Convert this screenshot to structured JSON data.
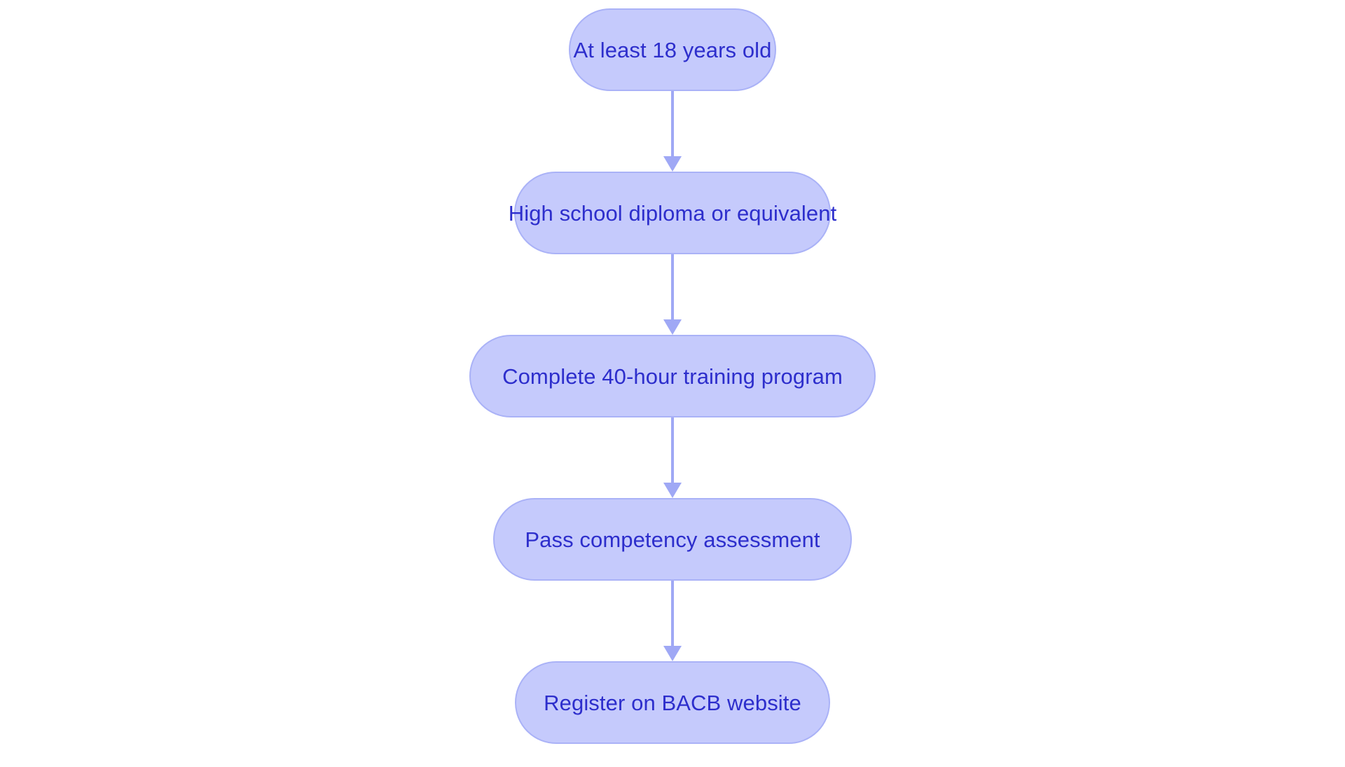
{
  "diagram": {
    "type": "flowchart",
    "orientation": "vertical",
    "title": "",
    "colors": {
      "node_fill": "#c5cafc",
      "node_border": "#aab2f7",
      "node_text": "#2d2ecc",
      "connector": "#9fa8f5",
      "background": "#ffffff"
    },
    "nodes": [
      {
        "id": "node-1",
        "label": "At least 18 years old"
      },
      {
        "id": "node-2",
        "label": "High school diploma or equivalent"
      },
      {
        "id": "node-3",
        "label": "Complete 40-hour training program"
      },
      {
        "id": "node-4",
        "label": "Pass competency assessment"
      },
      {
        "id": "node-5",
        "label": "Register on BACB website"
      }
    ],
    "connectors": [
      {
        "id": "connector-1",
        "from": "node-1",
        "to": "node-2",
        "marker": "arrowhead-down"
      },
      {
        "id": "connector-2",
        "from": "node-2",
        "to": "node-3",
        "marker": "arrowhead-down"
      },
      {
        "id": "connector-3",
        "from": "node-3",
        "to": "node-4",
        "marker": "arrowhead-down"
      },
      {
        "id": "connector-4",
        "from": "node-4",
        "to": "node-5",
        "marker": "arrowhead-down"
      }
    ]
  }
}
